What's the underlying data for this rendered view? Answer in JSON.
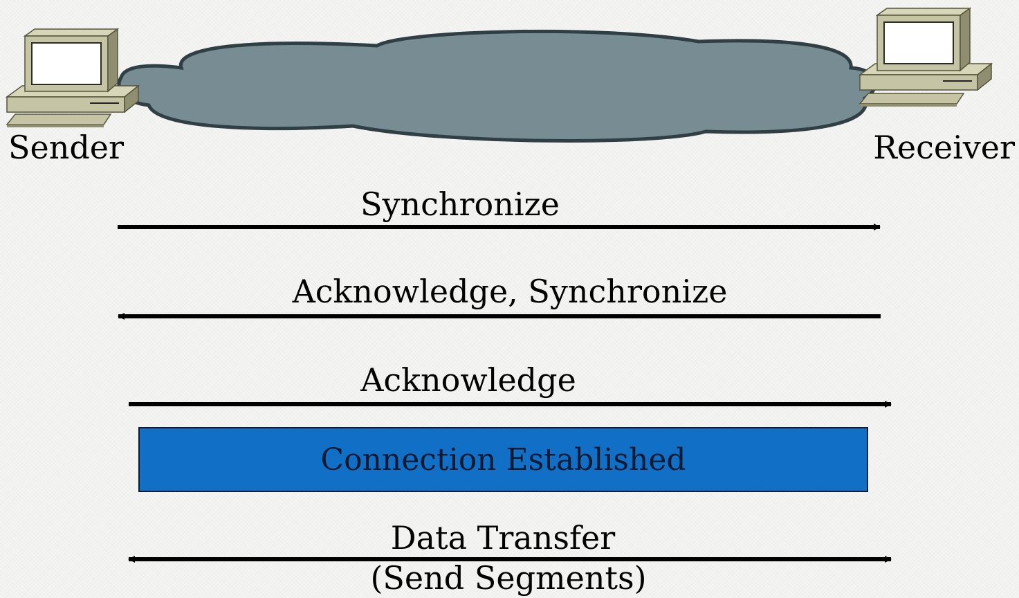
{
  "nodes": {
    "sender": "Sender",
    "receiver": "Receiver"
  },
  "messages": [
    {
      "label": "Synchronize",
      "direction": "to-receiver"
    },
    {
      "label": "Acknowledge, Synchronize",
      "direction": "to-sender"
    },
    {
      "label": "Acknowledge",
      "direction": "to-receiver"
    }
  ],
  "connection_label": "Connection Established",
  "data_transfer": {
    "line1": "Data Transfer",
    "line2": "(Send Segments)",
    "direction": "bidirectional"
  },
  "colors": {
    "cloud_fill": "#788d93",
    "cloud_stroke": "#2f3f44",
    "connection_box": "#1170c6",
    "computer_body": "#c5c4a5",
    "screen": "#ffffff",
    "arrow": "#000000"
  },
  "icons": {
    "sender": "desktop-computer-icon",
    "receiver": "desktop-computer-icon",
    "network": "cloud-icon"
  }
}
